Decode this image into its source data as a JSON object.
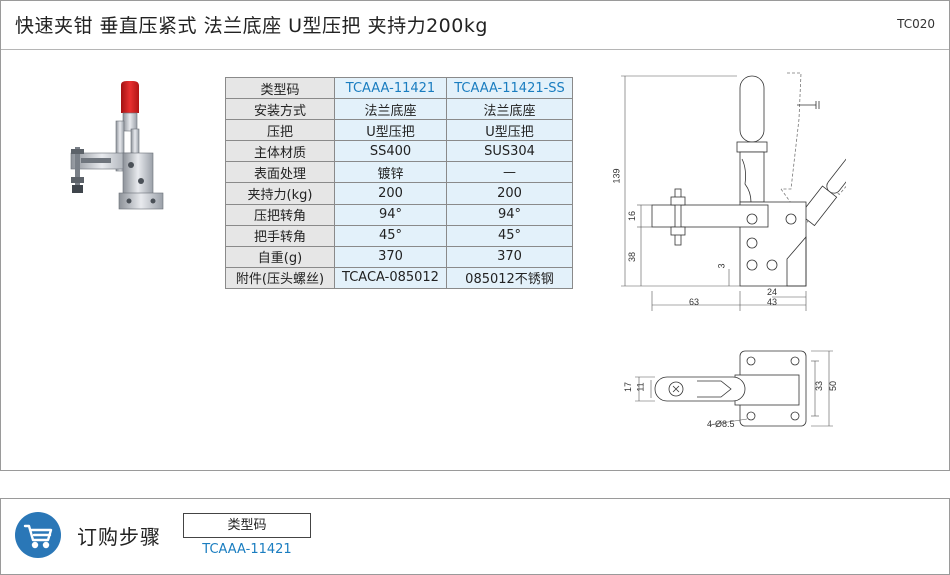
{
  "header": {
    "title": "快速夹钳  垂直压紧式  法兰底座  U型压把  夹持力200kg",
    "code": "TC020"
  },
  "spec_table": {
    "rows": [
      [
        "类型码",
        "TCAAA-11421",
        "TCAAA-11421-SS"
      ],
      [
        "安装方式",
        "法兰底座",
        "法兰底座"
      ],
      [
        "压把",
        "U型压把",
        "U型压把"
      ],
      [
        "主体材质",
        "SS400",
        "SUS304"
      ],
      [
        "表面处理",
        "镀锌",
        "—"
      ],
      [
        "夹持力(kg)",
        "200",
        "200"
      ],
      [
        "压把转角",
        "94°",
        "94°"
      ],
      [
        "把手转角",
        "45°",
        "45°"
      ],
      [
        "自重(g)",
        "370",
        "370"
      ],
      [
        "附件(压头螺丝)",
        "TCACA-085012",
        "085012不锈钢"
      ]
    ]
  },
  "drawing": {
    "dims": {
      "d139": "139",
      "d16": "16",
      "d38": "38",
      "d3": "3",
      "d24": "24",
      "d63": "63",
      "d43": "43",
      "d17": "17",
      "d11": "11",
      "d33": "33",
      "d50": "50",
      "holes": "4-Ø8.5"
    }
  },
  "order": {
    "title": "订购步骤",
    "step_label": "类型码",
    "step_value": "TCAAA-11421"
  },
  "colors": {
    "accent": "#1a7dc0",
    "cart_badge": "#2a77b7",
    "handle_red": "#d21e1e",
    "cell_blue": "#e3f1fa",
    "cell_gray": "#e6e6e6"
  }
}
